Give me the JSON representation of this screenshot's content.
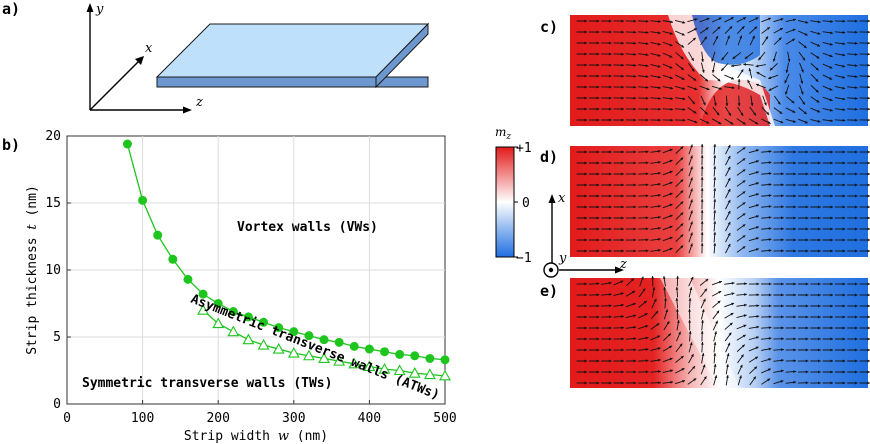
{
  "panel_labels": {
    "a": "a)",
    "b": "b)",
    "c": "c)",
    "d": "d)",
    "e": "e)"
  },
  "axes_a": {
    "y": "y",
    "x": "x",
    "z": "z"
  },
  "colorbar": {
    "label": "m",
    "label_sub": "z",
    "max": "+1",
    "mid": "0",
    "min": "−1",
    "colors": {
      "top": "#e21a1a",
      "mid": "#ffffff",
      "bottom": "#1f6fe0"
    }
  },
  "axes_d": {
    "x": "x",
    "y": "y",
    "z": "z"
  },
  "slab_colors": {
    "top": "#bfe0fb",
    "side": "#6d97cf",
    "edge": "#1b1b1b"
  },
  "chart_data": {
    "type": "line",
    "xlabel": "Strip width",
    "xlabel_var": "w",
    "xlabel_unit": "(nm)",
    "ylabel": "Strip thickness",
    "ylabel_var": "t",
    "ylabel_unit": "(nm)",
    "xlim": [
      0,
      500
    ],
    "ylim": [
      0,
      20
    ],
    "xticks": [
      0,
      100,
      200,
      300,
      400,
      500
    ],
    "yticks": [
      0,
      5,
      10,
      15,
      20
    ],
    "grid": true,
    "series": [
      {
        "marker": "filled-circle",
        "color": "#1ec51e",
        "x": [
          80,
          100,
          120,
          140,
          160,
          180,
          200,
          220,
          240,
          260,
          280,
          300,
          320,
          340,
          360,
          380,
          400,
          420,
          440,
          460,
          480,
          500
        ],
        "y": [
          19.4,
          15.2,
          12.6,
          10.8,
          9.3,
          8.2,
          7.5,
          6.9,
          6.5,
          6.1,
          5.7,
          5.4,
          5.1,
          4.8,
          4.6,
          4.3,
          4.1,
          3.9,
          3.7,
          3.6,
          3.4,
          3.3
        ]
      },
      {
        "marker": "open-triangle",
        "color": "#1ec51e",
        "x": [
          180,
          200,
          220,
          240,
          260,
          280,
          300,
          320,
          340,
          360,
          380,
          400,
          420,
          440,
          460,
          480,
          500
        ],
        "y": [
          7.0,
          6.0,
          5.4,
          4.8,
          4.4,
          4.1,
          3.8,
          3.6,
          3.4,
          3.2,
          3.0,
          2.8,
          2.6,
          2.5,
          2.3,
          2.2,
          2.1
        ]
      }
    ],
    "annotations": {
      "vw": "Vortex walls (VWs)",
      "atw": "Asymmetric transverse walls (ATWs)",
      "tw": "Symmetric transverse walls (TWs)"
    }
  }
}
